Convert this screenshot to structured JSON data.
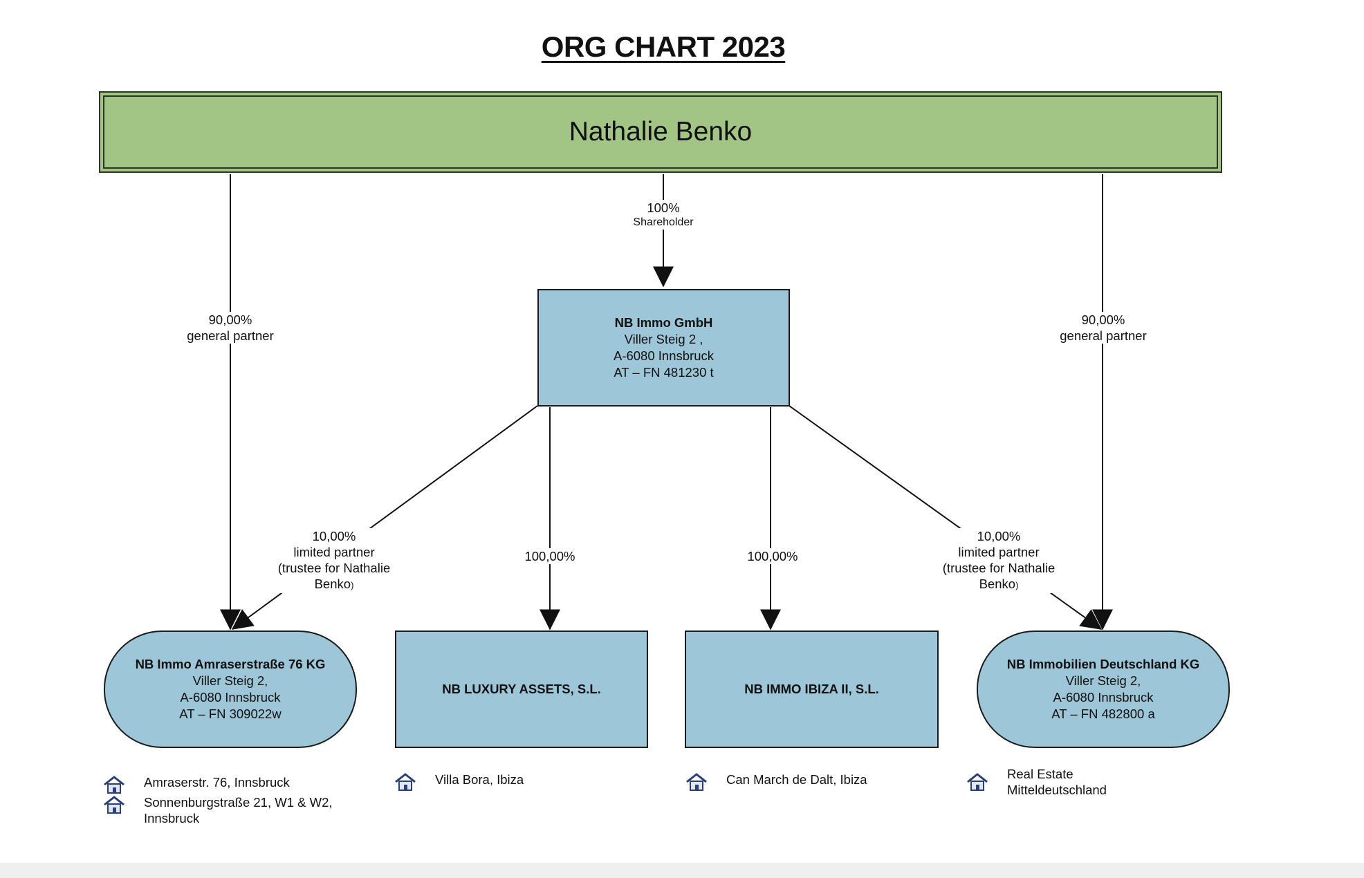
{
  "title": "ORG CHART 2023",
  "colors": {
    "top_fill": "#a2c585",
    "node_fill": "#9dc7d8",
    "line": "#111111"
  },
  "owner": {
    "name": "Nathalie Benko"
  },
  "holding": {
    "name": "NB Immo GmbH",
    "address1": "Viller Steig 2 ,",
    "address2": "A-6080 Innsbruck",
    "register": "AT – FN 481230 t"
  },
  "edges": {
    "owner_to_holding": {
      "pct": "100%",
      "role": "Shareholder"
    },
    "owner_to_left": {
      "pct": "90,00%",
      "role": "general partner"
    },
    "owner_to_right": {
      "pct": "90,00%",
      "role": "general partner"
    },
    "holding_to_left": {
      "pct": "10,00%",
      "line1": "limited partner",
      "line2": "(trustee for Nathalie",
      "line3": "Benko",
      "paren": ")"
    },
    "holding_to_right": {
      "pct": "10,00%",
      "line1": "limited partner",
      "line2": "(trustee for Nathalie",
      "line3": "Benko",
      "paren": ")"
    },
    "holding_to_luxury": {
      "pct": "100,00%"
    },
    "holding_to_ibiza": {
      "pct": "100,00%"
    }
  },
  "subsidiaries": {
    "amras": {
      "name": "NB Immo Amraserstraße 76 KG",
      "address1": "Viller Steig 2,",
      "address2": "A-6080 Innsbruck",
      "register": "AT – FN 309022w"
    },
    "luxury": {
      "name": "NB LUXURY ASSETS, S.L."
    },
    "ibiza": {
      "name": "NB IMMO IBIZA II, S.L."
    },
    "deutschland": {
      "name": "NB Immobilien Deutschland KG",
      "address1": "Viller Steig 2,",
      "address2": "A-6080 Innsbruck",
      "register": "AT – FN 482800 a"
    }
  },
  "properties": {
    "amras": [
      "Amraserstr. 76, Innsbruck",
      "Sonnenburgstraße 21, W1 & W2, Innsbruck"
    ],
    "luxury": [
      "Villa Bora, Ibiza"
    ],
    "ibiza": [
      "Can March de Dalt, Ibiza"
    ],
    "deutschland": [
      "Real Estate Mitteldeutschland"
    ]
  },
  "icons": {
    "property": "house-icon"
  }
}
